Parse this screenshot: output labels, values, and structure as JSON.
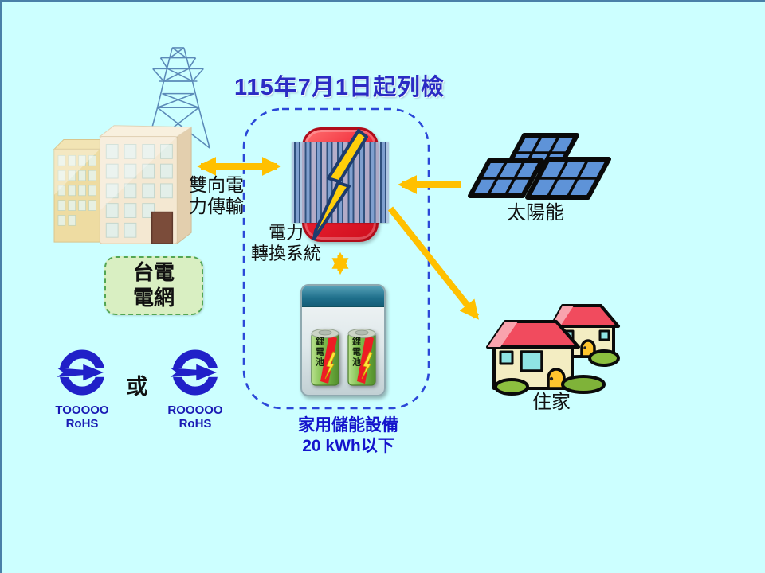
{
  "colors": {
    "background": "#CCFFFF",
    "slide-border": "#4a80a8",
    "arrow": "#FFC000",
    "title-text": "#2b2bc4",
    "storage-text": "#1414cc",
    "dashed-border": "#2b48d8",
    "mark-blue": "#2020c8",
    "mark-text": "#1a1ab4",
    "grid-fill": "#d9efc2",
    "grid-border": "#53a653"
  },
  "title": "115年7月1日起列檢",
  "taipower": {
    "label_line1": "台電",
    "label_line2": "電網"
  },
  "flows": {
    "bidirectional_line1": "雙向電",
    "bidirectional_line2": "力傳輸"
  },
  "converter": {
    "label_line1": "電力",
    "label_line2": "轉換系統"
  },
  "storage": {
    "label_line1": "家用儲能設備",
    "label_line2": "20 kWh以下",
    "battery_label": "鋰電池"
  },
  "solar": {
    "label": "太陽能"
  },
  "home": {
    "label": "住家"
  },
  "certification": {
    "or": "或",
    "left": {
      "code": "TOOOOO",
      "sub": "RoHS"
    },
    "right": {
      "code": "ROOOOO",
      "sub": "RoHS"
    }
  }
}
